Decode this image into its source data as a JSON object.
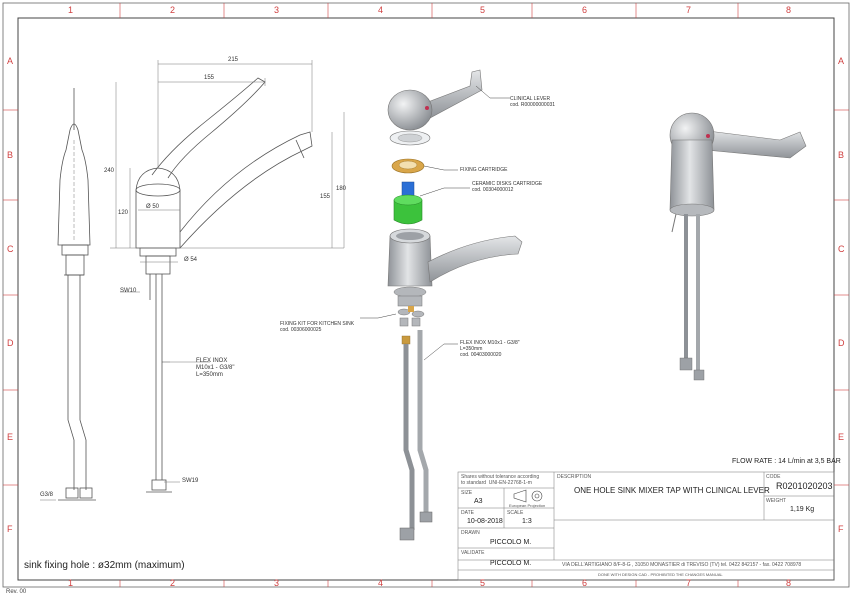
{
  "rulers": {
    "columns": [
      "1",
      "2",
      "3",
      "4",
      "5",
      "6",
      "7",
      "8"
    ],
    "rows": [
      "A",
      "B",
      "C",
      "D",
      "E",
      "F"
    ]
  },
  "dimensions": {
    "overall_width": "215",
    "spout_width": "155",
    "height_240": "240",
    "height_155": "155",
    "height_180": "180",
    "height_120": "120",
    "dia_body": "Ø 50",
    "dia_base": "Ø 54",
    "sw10": "SW10",
    "sw19": "SW19",
    "g38": "G3/8"
  },
  "callouts": {
    "flex_side": "FLEX INOX\nM10x1 - G3/8\"\nL=350mm",
    "clinical_lever": "CLINICAL LEVER\ncod. R00000000031",
    "fixing_cartridge": "FIXING CARTRIDGE",
    "ceramic_cartridge": "CERAMIC DISKS CARTRIDGE\ncod. 00304000012",
    "fixing_kit": "FIXING KIT FOR KITCHEN SINK\ncod. 00306000025",
    "flex_exploded": "FLEX INOX M10x1 - G3/8\"\nL=350mm\ncod. 00403000020"
  },
  "notes": {
    "sink_hole": "sink fixing hole : ø32mm (maximum)",
    "flow_rate": "FLOW RATE : 14 L/min at 3,5 BAR",
    "revision": "Rev. 00"
  },
  "title_block": {
    "tolerance": "Shares without tolerance according\nto standard  UNI-EN-22768-1-m",
    "description_label": "DESCRIPTION",
    "description": "ONE HOLE SINK MIXER TAP WITH CLINICAL LEVER",
    "code_label": "CODE",
    "code": "R0201020203",
    "weight_label": "WEIGHT",
    "weight": "1,19 Kg",
    "size_label": "SIZE",
    "size": "A3",
    "projection_caption": "European Projection",
    "date_label": "DATE",
    "date": "10-08-2018",
    "scale_label": "SCALE",
    "scale": "1:3",
    "drawn_label": "DRAWN",
    "drawn": "PICCOLO M.",
    "validate_label": "VALIDATE",
    "validate": "PICCOLO M.",
    "address": "VIA DELL'ARTIGIANO 8/F-8-G , 31050 MONASTIER di TREVISO (TV) tel. 0422 842157 - fax. 0422 708978",
    "footer": "DONE WITH DESIGN CAD - PROHIBITED THE CHANGES MANUAL"
  },
  "colors": {
    "ruler": "#d04040",
    "line": "#555555",
    "metal": "#b9bcc0",
    "metal_dark": "#8d9196",
    "cartridge_gold": "#d9a64a",
    "cartridge_green": "#3cc23c",
    "cartridge_blue": "#2b6fd6"
  }
}
